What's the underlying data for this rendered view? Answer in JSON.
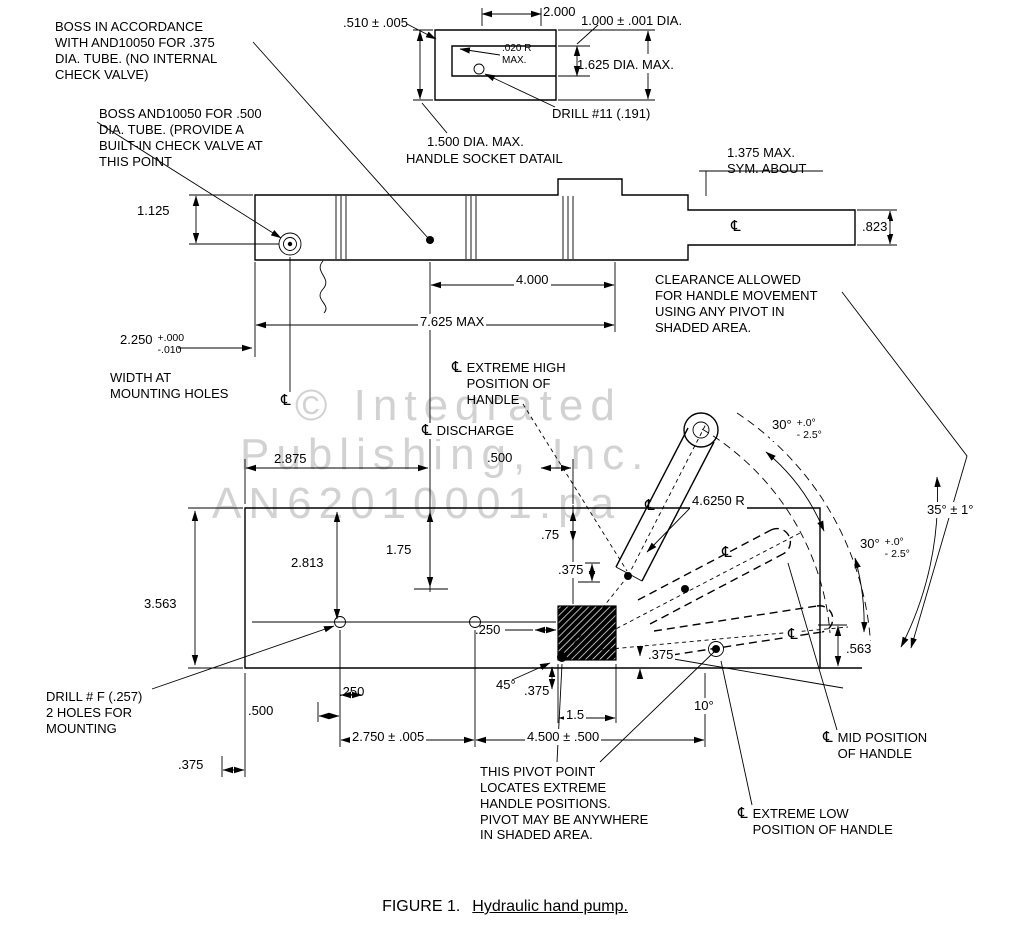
{
  "figure": {
    "caption_prefix": "FIGURE 1.",
    "caption_title": "Hydraulic hand pump."
  },
  "watermark": {
    "line1": "© Integrated",
    "line2": "Publishing, Inc.",
    "line3": "AN62010001.pa"
  },
  "symbols": {
    "centerline": "℄"
  },
  "notes": {
    "boss_375": "BOSS IN ACCORDANCE\nWITH AND10050 FOR .375\nDIA. TUBE. (NO INTERNAL\nCHECK VALVE)",
    "boss_500": "BOSS AND10050 FOR .500\nDIA. TUBE. (PROVIDE A\nBUILT-IN CHECK VALVE AT\nTHIS POINT",
    "socket_detail_title": "HANDLE SOCKET DATAIL",
    "drill_11": "DRILL #11 (.191)",
    "sym_about": "1.375 MAX.\nSYM. ABOUT",
    "clearance": "CLEARANCE ALLOWED\nFOR HANDLE MOVEMENT\nUSING ANY PIVOT IN\nSHADED AREA.",
    "width_mounting": "WIDTH AT\nMOUNTING HOLES",
    "extreme_high": "EXTREME HIGH\nPOSITION OF\nHANDLE",
    "discharge": "DISCHARGE",
    "drill_f": "DRILL # F (.257)\n2 HOLES FOR\nMOUNTING",
    "pivot_note": "THIS PIVOT POINT\nLOCATES EXTREME\nHANDLE POSITIONS.\nPIVOT MAY BE ANYWHERE\nIN SHADED AREA.",
    "mid_position": "MID POSITION\nOF HANDLE",
    "extreme_low": "EXTREME LOW\nPOSITION OF HANDLE"
  },
  "dims": {
    "d510": ".510 ± .005",
    "d2000": "2.000",
    "d1000": "1.000 ± .001 DIA.",
    "d020r": ".020 R\nMAX.",
    "d1625": "1.625 DIA. MAX.",
    "d1500": "1.500 DIA. MAX.",
    "d1125": "1.125",
    "d823": ".823",
    "d4000": "4.000",
    "d7625": "7.625 MAX",
    "d2250": "2.250",
    "d2250_plus": "+.000",
    "d2250_minus": "-.010",
    "d2875": "2.875",
    "d500": ".500",
    "d46250r": "4.6250 R",
    "d30": "30°",
    "d30_plus": "+.0°",
    "d30_minus": "- 2.5°",
    "d35": "35° ± 1°",
    "d175": "1.75",
    "d75": ".75",
    "d2813": "2.813",
    "d3563": "3.563",
    "d375": ".375",
    "d250": ".250",
    "d45": "45°",
    "d563": ".563",
    "d10": "10°",
    "d15": "1.5",
    "d2750": "2.750 ± .005",
    "d4500": "4.500 ± .500"
  }
}
